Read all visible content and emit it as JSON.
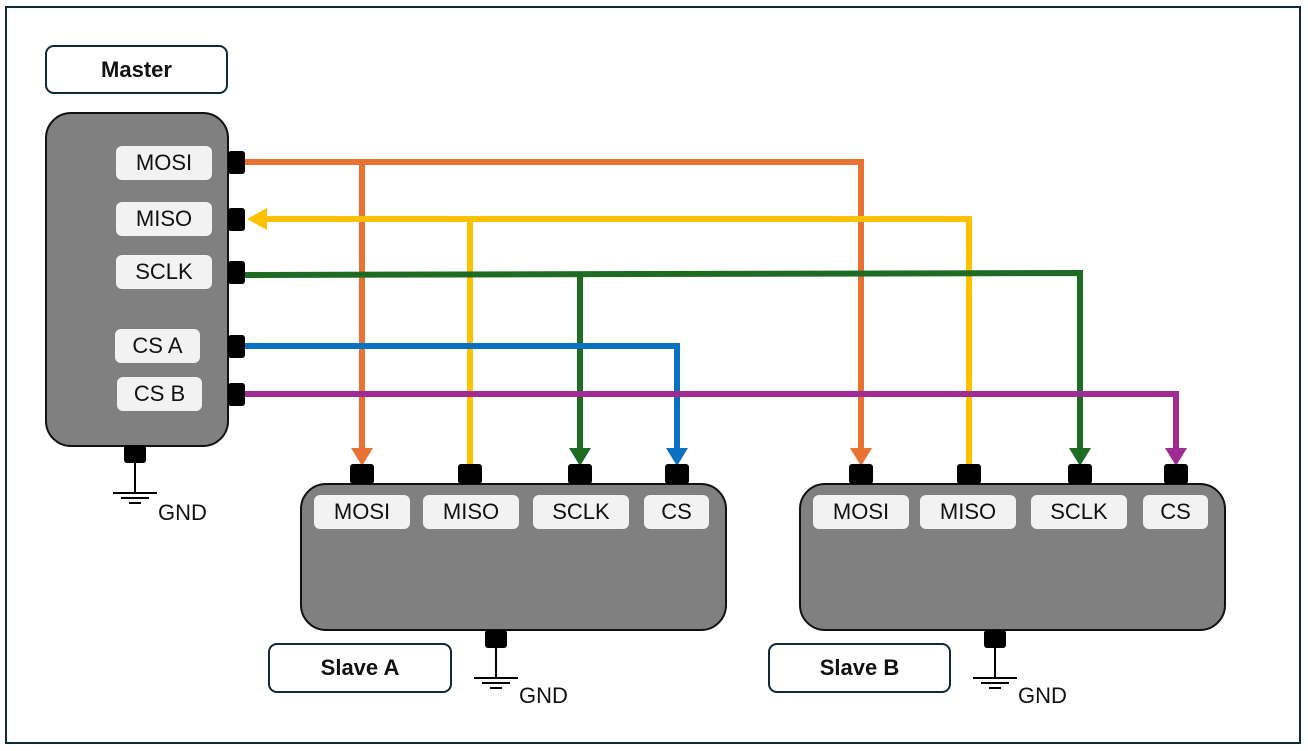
{
  "diagram": {
    "title": "SPI bus: one master, two slaves",
    "colors": {
      "chip_fill": "#808080",
      "label_bg": "#f2f2f2",
      "mosi": "#e87234",
      "miso": "#ffc000",
      "sclk": "#1e6b24",
      "cs_a": "#0a70c2",
      "cs_b": "#a02b93",
      "border": "#0e2a38"
    },
    "master": {
      "title": "Master",
      "pins": [
        "MOSI",
        "MISO",
        "SCLK",
        "CS A",
        "CS B"
      ],
      "ground_label": "GND"
    },
    "slaves": [
      {
        "title": "Slave A",
        "pins": [
          "MOSI",
          "MISO",
          "SCLK",
          "CS"
        ],
        "ground_label": "GND"
      },
      {
        "title": "Slave B",
        "pins": [
          "MOSI",
          "MISO",
          "SCLK",
          "CS"
        ],
        "ground_label": "GND"
      }
    ],
    "connections": [
      {
        "signal": "MOSI",
        "from": "Master.MOSI",
        "to": [
          "Slave A.MOSI",
          "Slave B.MOSI"
        ],
        "direction": "master-to-slave",
        "color_key": "mosi"
      },
      {
        "signal": "MISO",
        "from": "Slave A.MISO, Slave B.MISO",
        "to": [
          "Master.MISO"
        ],
        "direction": "slave-to-master",
        "color_key": "miso"
      },
      {
        "signal": "SCLK",
        "from": "Master.SCLK",
        "to": [
          "Slave A.SCLK",
          "Slave B.SCLK"
        ],
        "direction": "master-to-slave",
        "color_key": "sclk"
      },
      {
        "signal": "CS A",
        "from": "Master.CS A",
        "to": [
          "Slave A.CS"
        ],
        "direction": "master-to-slave",
        "color_key": "cs_a"
      },
      {
        "signal": "CS B",
        "from": "Master.CS B",
        "to": [
          "Slave B.CS"
        ],
        "direction": "master-to-slave",
        "color_key": "cs_b"
      }
    ]
  }
}
